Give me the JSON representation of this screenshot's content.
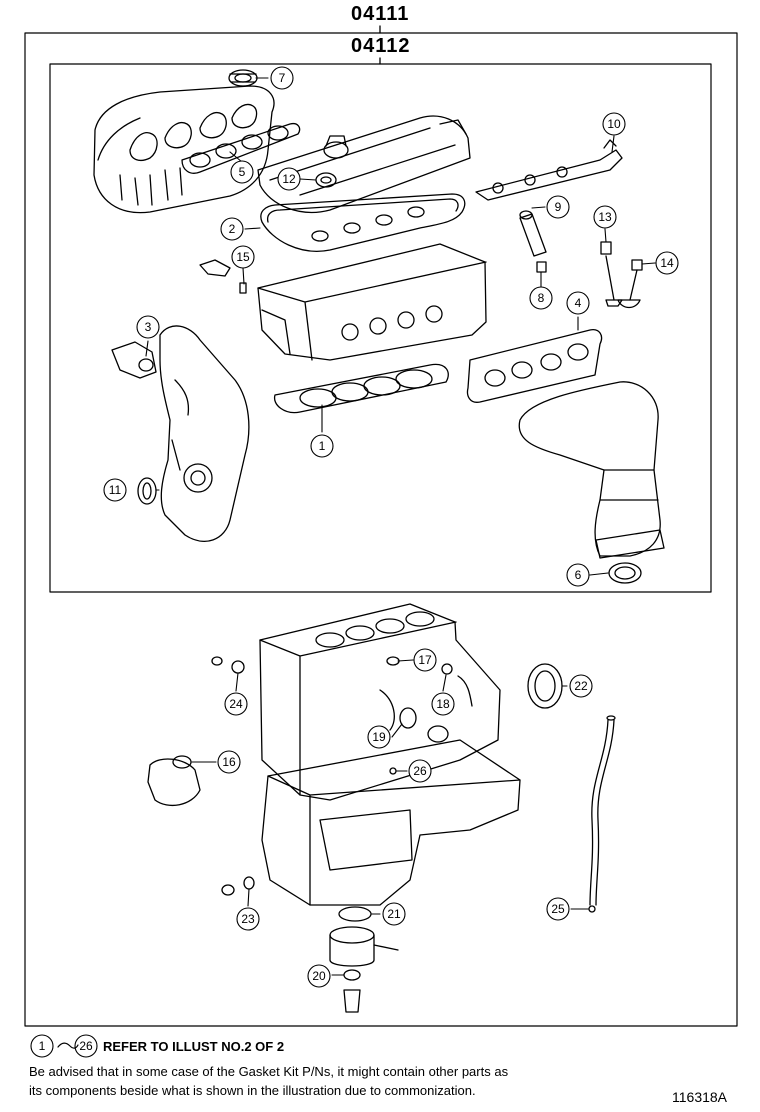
{
  "header": {
    "kit_part_no": "04111",
    "subkit_part_no": "04112"
  },
  "callouts": [
    "1",
    "2",
    "3",
    "4",
    "5",
    "6",
    "7",
    "8",
    "9",
    "10",
    "11",
    "12",
    "13",
    "14",
    "15",
    "16",
    "17",
    "18",
    "19",
    "20",
    "21",
    "22",
    "23",
    "24",
    "25",
    "26"
  ],
  "footer": {
    "range_start": "1",
    "range_end": "26",
    "refer_text": "REFER TO ILLUST NO.2 OF 2",
    "advisory_line1": "Be advised that in some case of the Gasket Kit P/Ns,  it might contain other parts as",
    "advisory_line2": "its components beside what is shown in the illustration due to commonization.",
    "illustration_id": "116318A"
  }
}
